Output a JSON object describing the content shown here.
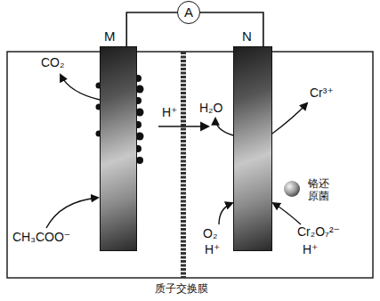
{
  "diagram": {
    "nodes": [
      {
        "text": [
          "A"
        ]
      },
      {
        "text": [
          "M"
        ]
      },
      {
        "text": [
          "N"
        ]
      }
    ],
    "edges": [
      {
        "from": 1,
        "to": 0,
        "arrow": "none"
      },
      {
        "from": 0,
        "to": 2,
        "arrow": "none"
      }
    ],
    "labels": [
      "CO₂",
      "CH₃COO⁻",
      "H⁺",
      "H₂O",
      "O₂",
      "H⁺",
      "Cr³⁺",
      "铬还原菌",
      "Cr₂O₇²⁻",
      "H⁺",
      "质子交换膜"
    ]
  }
}
